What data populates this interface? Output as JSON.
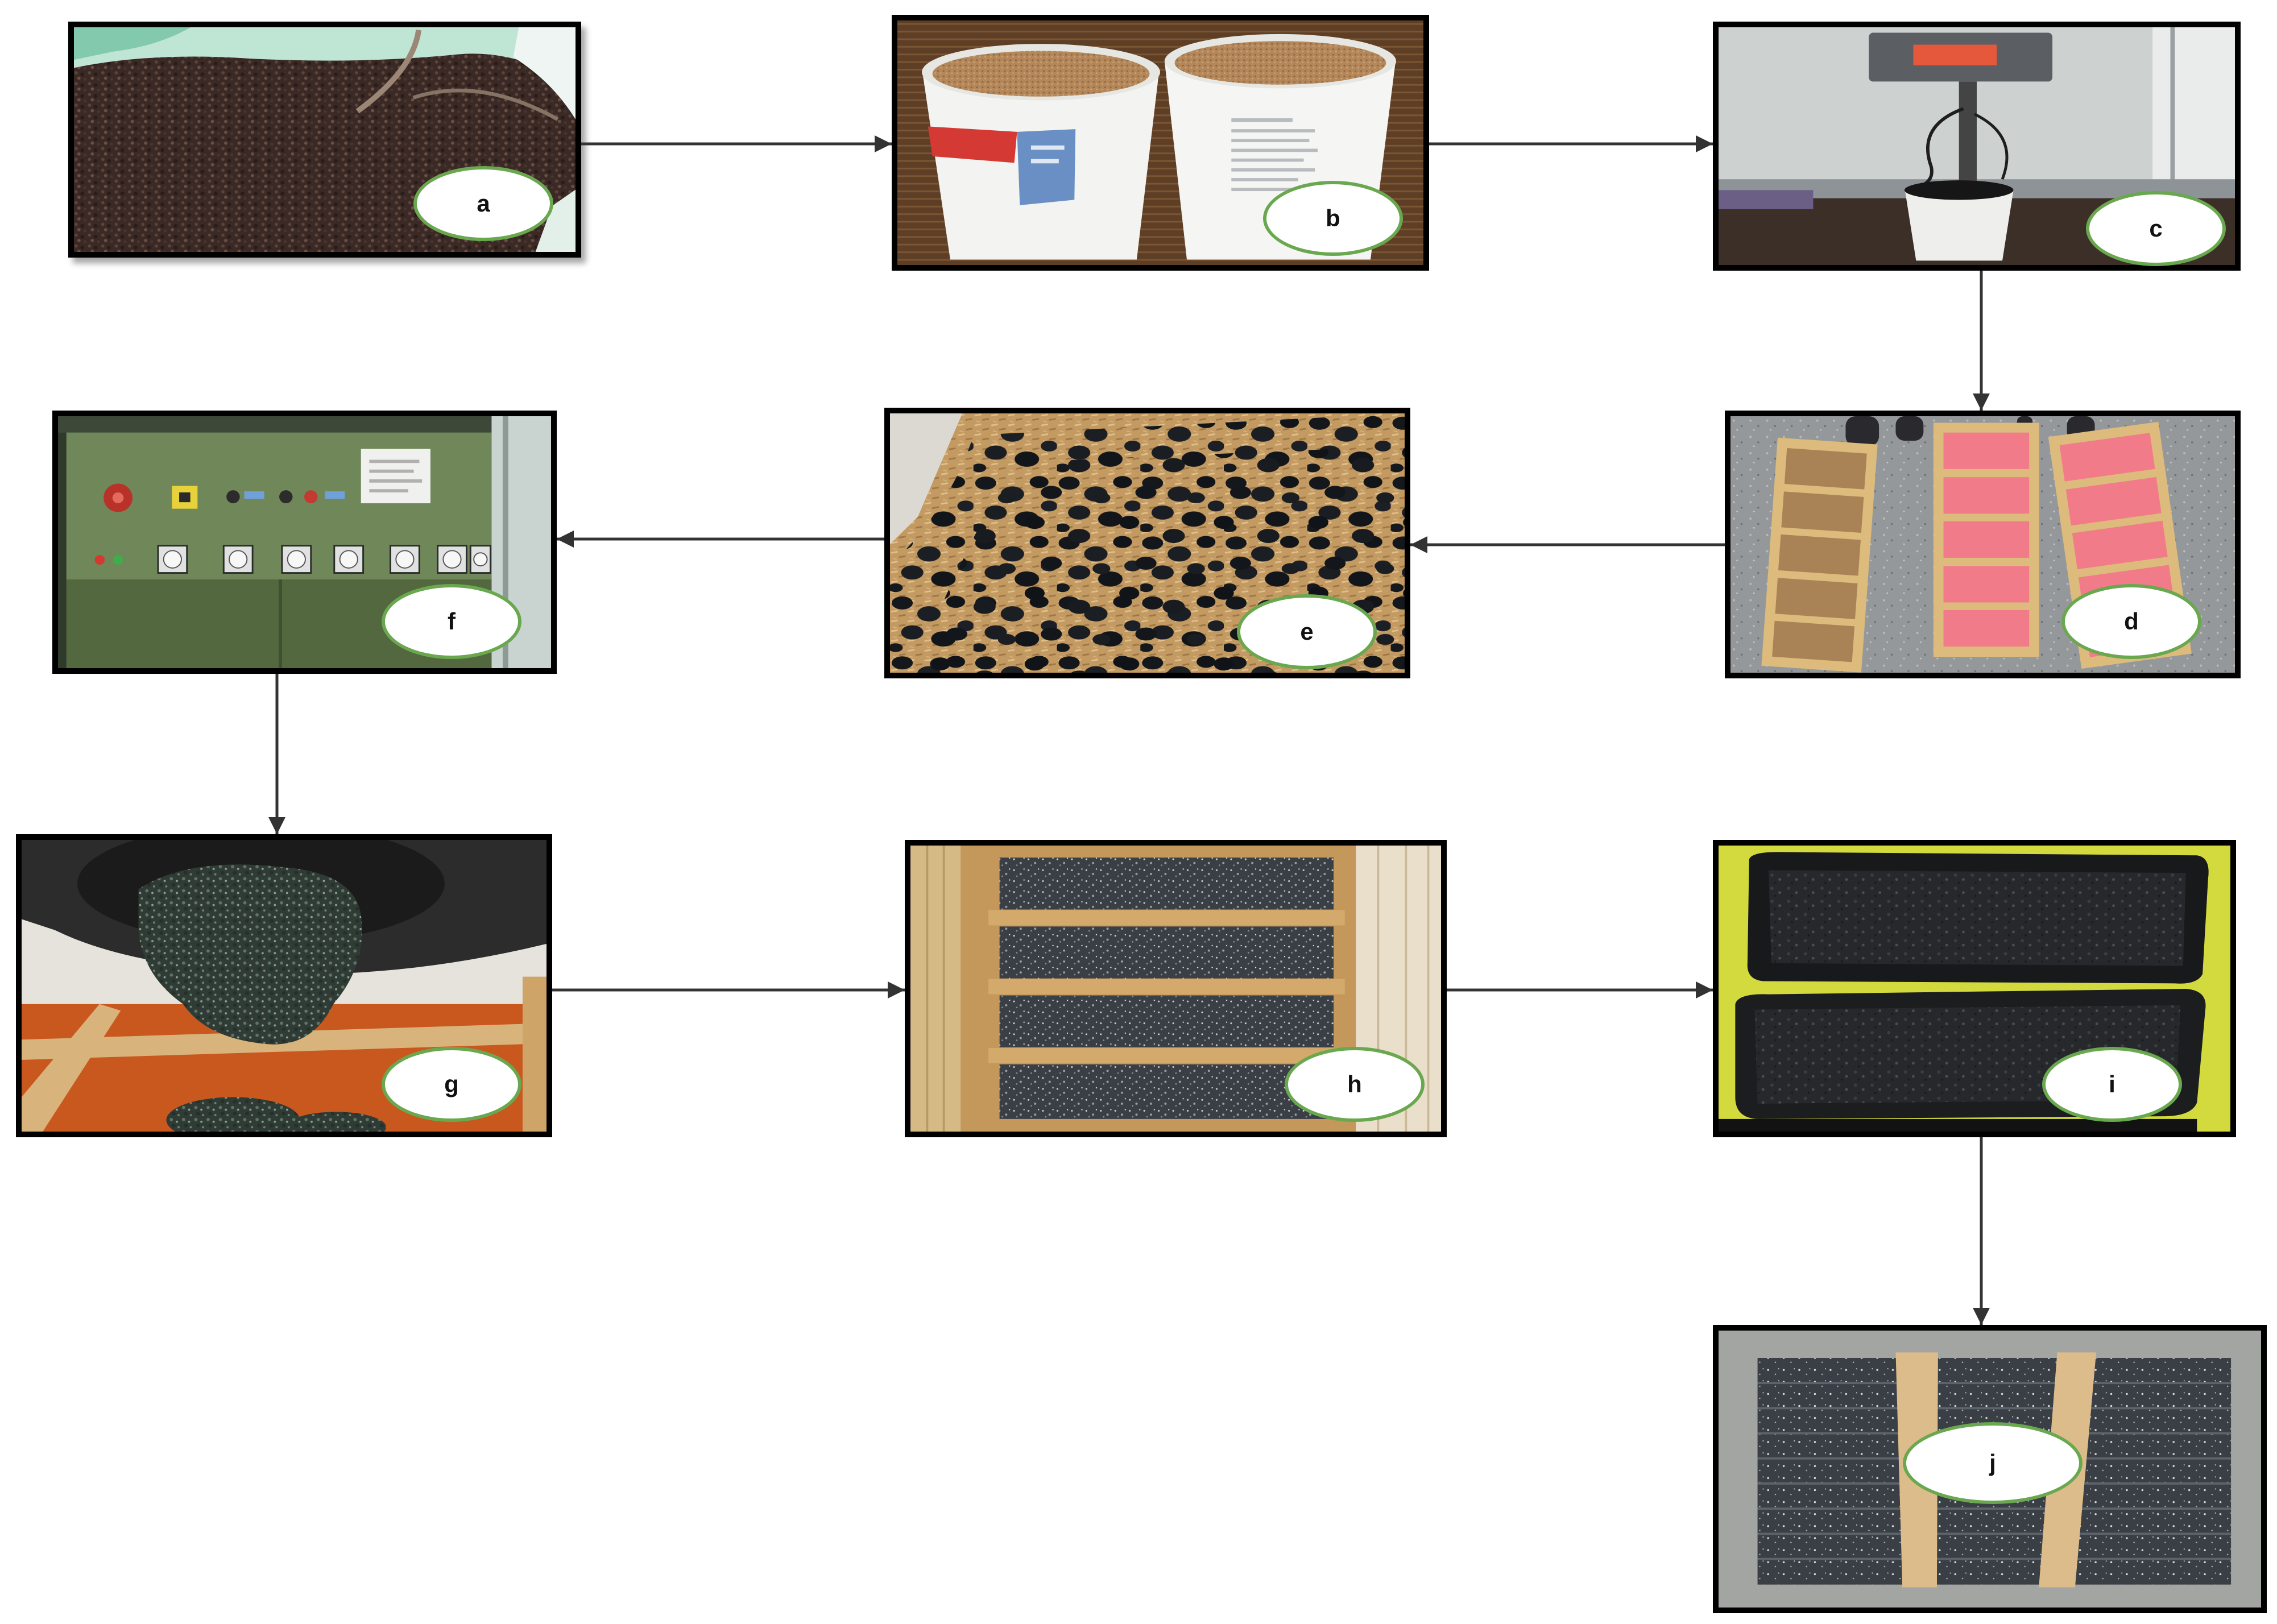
{
  "figure": {
    "panels": {
      "a": {
        "label": "a"
      },
      "b": {
        "label": "b"
      },
      "c": {
        "label": "c"
      },
      "d": {
        "label": "d"
      },
      "e": {
        "label": "e"
      },
      "f": {
        "label": "f"
      },
      "g": {
        "label": "g"
      },
      "h": {
        "label": "h"
      },
      "i": {
        "label": "i"
      },
      "j": {
        "label": "j"
      }
    }
  },
  "colors": {
    "frame_border": "#000000",
    "label_border": "#6aa84f",
    "label_fill": "#ffffff",
    "label_text": "#111111",
    "arrow": "#333333"
  }
}
